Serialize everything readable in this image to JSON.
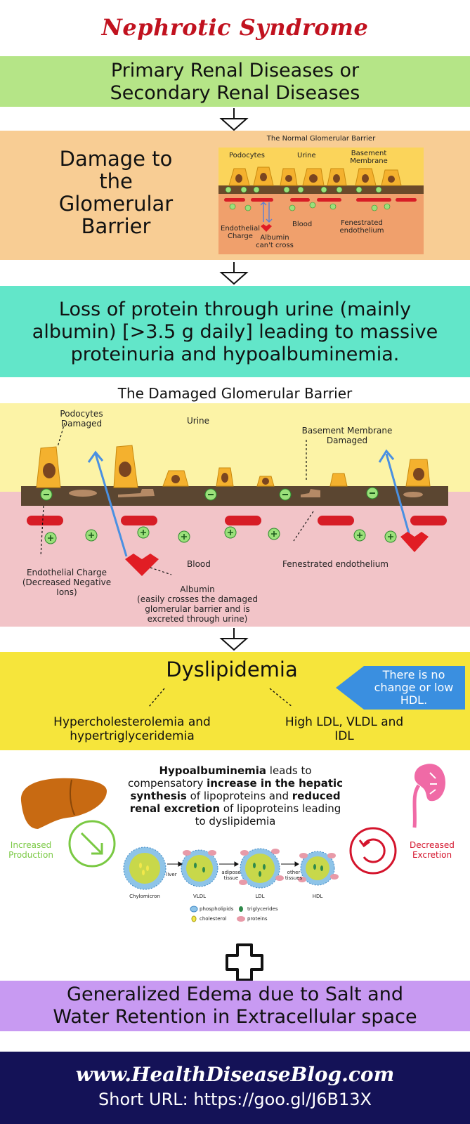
{
  "title": "Nephrotic Syndrome Pathophysiology",
  "step1": {
    "line1": "Primary Renal Diseases or",
    "line2": "Secondary Renal Diseases"
  },
  "step2": {
    "heading_lines": [
      "Damage to",
      "the",
      "Glomerular",
      "Barrier"
    ],
    "normal_barrier": {
      "title": "The Normal Glomerular Barrier",
      "podocytes": "Podocytes",
      "urine": "Urine",
      "basement_line1": "Basement",
      "basement_line2": "Membrane",
      "endothelial_line1": "Endothelial",
      "endothelial_line2": "Charge",
      "blood": "Blood",
      "albumin_line1": "Albumin",
      "albumin_line2": "can't cross",
      "fenestrated_line1": "Fenestrated",
      "fenestrated_line2": "endothelium"
    }
  },
  "step3": {
    "line1": "Loss of protein through urine (mainly",
    "line2": "albumin) [>3.5 g daily] leading to massive",
    "line3": "proteinuria and hypoalbuminemia."
  },
  "damaged_barrier": {
    "title": "The Damaged Glomerular Barrier",
    "podocytes_line1": "Podocytes",
    "podocytes_line2": "Damaged",
    "urine": "Urine",
    "basement_line1": "Basement Membrane",
    "basement_line2": "Damaged",
    "blood": "Blood",
    "endothelial_line1": "Endothelial Charge",
    "endothelial_line2": "(Decreased Negative",
    "endothelial_line3": "Ions)",
    "albumin_line1": "Albumin",
    "albumin_line2": "(easily crosses the damaged",
    "albumin_line3": "glomerular barrier and is",
    "albumin_line4": "excreted through urine)",
    "fenestrated": "Fenestrated endothelium"
  },
  "dyslipidemia": {
    "heading": "Dyslipidemia",
    "left_line1": "Hypercholesterolemia and",
    "left_line2": "hypertriglyceridemia",
    "right_line1": "High LDL, VLDL and",
    "right_line2": "IDL",
    "callout_line1": "There is no",
    "callout_line2": "change or low",
    "callout_line3": "HDL."
  },
  "lipoproteins": {
    "bold1": "Hypoalbuminemia",
    "text1": " leads to",
    "text2": "compensatory ",
    "bold2": "increase in the hepatic",
    "bold3": "synthesis",
    "text3": " of lipoproteins and ",
    "bold4": "reduced",
    "bold5": "renal excretion",
    "text4": " of lipoproteins leading",
    "text5": "to dyslipidemia",
    "increased_line1": "Increased",
    "increased_line2": "Production",
    "decreased_line1": "Decreased",
    "decreased_line2": "Excretion",
    "particles": [
      "Chylomicron",
      "VLDL",
      "LDL",
      "HDL"
    ],
    "arrow_labels": {
      "a1": "liver",
      "a2_line1": "adipose",
      "a2_line2": "tissue",
      "a3_line1": "other",
      "a3_line2": "tissues"
    },
    "legend": {
      "phospholipids": "phospholipids",
      "triglycerides": "triglycerides",
      "cholesterol": "cholesterol",
      "proteins": "proteins"
    }
  },
  "step5": {
    "line1": "Generalized Edema due to Salt and",
    "line2": "Water Retention in Extracellular space"
  },
  "footer": {
    "site": "www.HealthDiseaseBlog.com",
    "short_url": "Short URL: https://goo.gl/J6B13X"
  },
  "colors": {
    "title_red": "#c1121f",
    "green_band": "#b5e587",
    "peach_band": "#f8cd94",
    "teal_band": "#62e6c9",
    "yellow_band": "#f6e53b",
    "purple_band": "#c89af2",
    "navy_footer": "#141257"
  }
}
